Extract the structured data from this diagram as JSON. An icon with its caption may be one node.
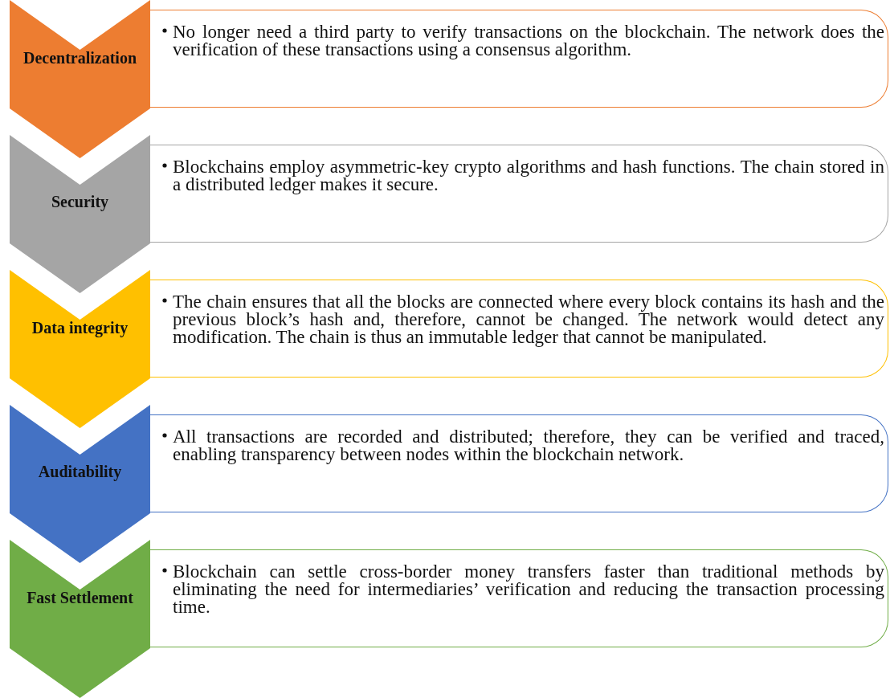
{
  "diagram": {
    "nodes": [
      {
        "text": [
          "Decentralization"
        ]
      },
      {
        "text": [
          "No longer need a third party to verify transactions on the blockchain. The network does the verification of these transactions using a consensus algorithm."
        ]
      },
      {
        "text": [
          "Security"
        ]
      },
      {
        "text": [
          "Blockchains employ asymmetric-key crypto algorithms and hash functions. The chain stored in a distributed ledger makes it secure."
        ]
      },
      {
        "text": [
          "Data integrity"
        ]
      },
      {
        "text": [
          "The chain ensures that all the blocks are connected where every block contains its hash and the previous block’s hash and, therefore, cannot be changed. The network would detect any modification. The chain is thus an immutable ledger that cannot be manipulated."
        ]
      },
      {
        "text": [
          "Auditability"
        ]
      },
      {
        "text": [
          "All transactions are recorded and distributed; therefore, they can be verified and traced, enabling transparency between nodes within the blockchain network."
        ]
      },
      {
        "text": [
          "Fast Settlement"
        ]
      },
      {
        "text": [
          "Blockchain can settle cross-border money transfers faster than traditional methods by eliminating the need for intermediaries’ verification and reducing the transaction processing time."
        ]
      }
    ],
    "edges": []
  }
}
